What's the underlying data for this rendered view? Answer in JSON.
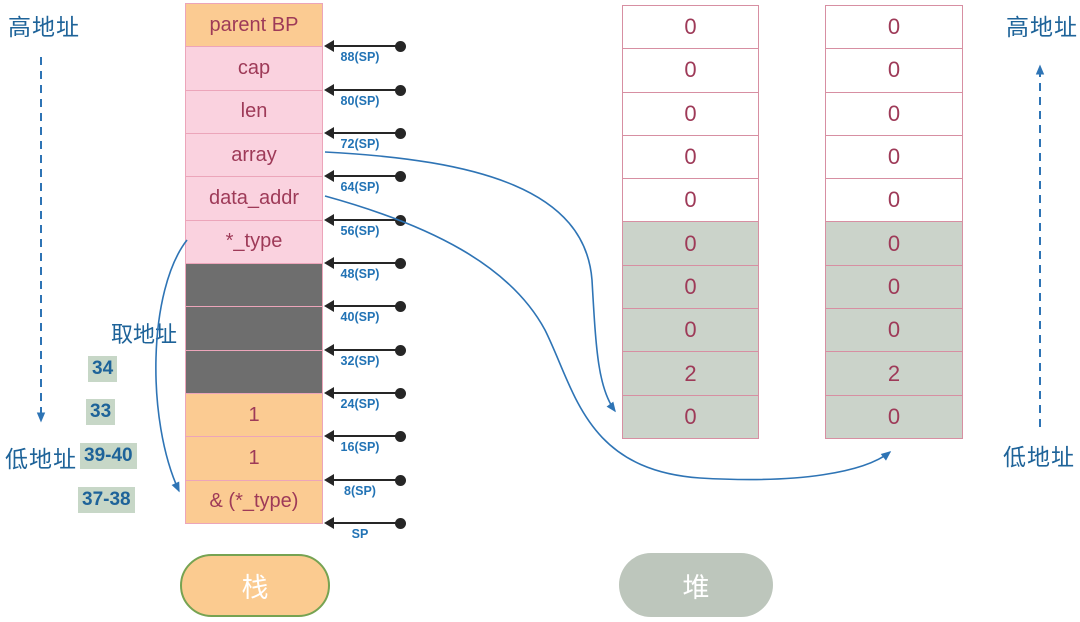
{
  "labels": {
    "high_address_left": "高地址",
    "low_address_left": "低地址",
    "high_address_right": "高地址",
    "low_address_right": "低地址",
    "take_address": "取地址"
  },
  "stack": {
    "legend": "栈",
    "cells": [
      {
        "label": "parent BP",
        "style": "orange"
      },
      {
        "label": "cap",
        "style": "pink"
      },
      {
        "label": "len",
        "style": "pink"
      },
      {
        "label": "array",
        "style": "pink"
      },
      {
        "label": "data_addr",
        "style": "pink"
      },
      {
        "label": "*_type",
        "style": "pink"
      },
      {
        "label": "",
        "style": "gray"
      },
      {
        "label": "",
        "style": "gray"
      },
      {
        "label": "",
        "style": "gray"
      },
      {
        "label": "1",
        "style": "orange"
      },
      {
        "label": "1",
        "style": "orange"
      },
      {
        "label": "& (*_type)",
        "style": "orange"
      }
    ],
    "sp_offsets": [
      "88(SP)",
      "80(SP)",
      "72(SP)",
      "64(SP)",
      "56(SP)",
      "48(SP)",
      "40(SP)",
      "32(SP)",
      "24(SP)",
      "16(SP)",
      "8(SP)",
      "SP"
    ]
  },
  "heap": {
    "legend": "堆",
    "highlighted_from_row": 5,
    "columns": [
      {
        "values": [
          "0",
          "0",
          "0",
          "0",
          "0",
          "0",
          "0",
          "0",
          "2",
          "0"
        ]
      },
      {
        "values": [
          "0",
          "0",
          "0",
          "0",
          "0",
          "0",
          "0",
          "0",
          "2",
          "0"
        ]
      }
    ]
  },
  "source_line_badges": [
    "34",
    "33",
    "39-40",
    "37-38"
  ],
  "colors": {
    "stack_orange": "#FBCB92",
    "stack_pink": "#FAD2DF",
    "stack_gray": "#6E6E6E",
    "cell_border": "#ECA5BA",
    "heap_border": "#D78FA2",
    "heap_cell_gray": "#CBD3CA",
    "cell_text": "#9E3A58",
    "label_blue": "#1E6399",
    "offset_blue": "#2273B5",
    "arrow_blue": "#2E74B5",
    "badge_bg": "#C7D7C7",
    "stack_button_bg": "#FBCB90",
    "stack_button_border": "#76A352",
    "heap_button_bg": "#BDC6BC"
  }
}
